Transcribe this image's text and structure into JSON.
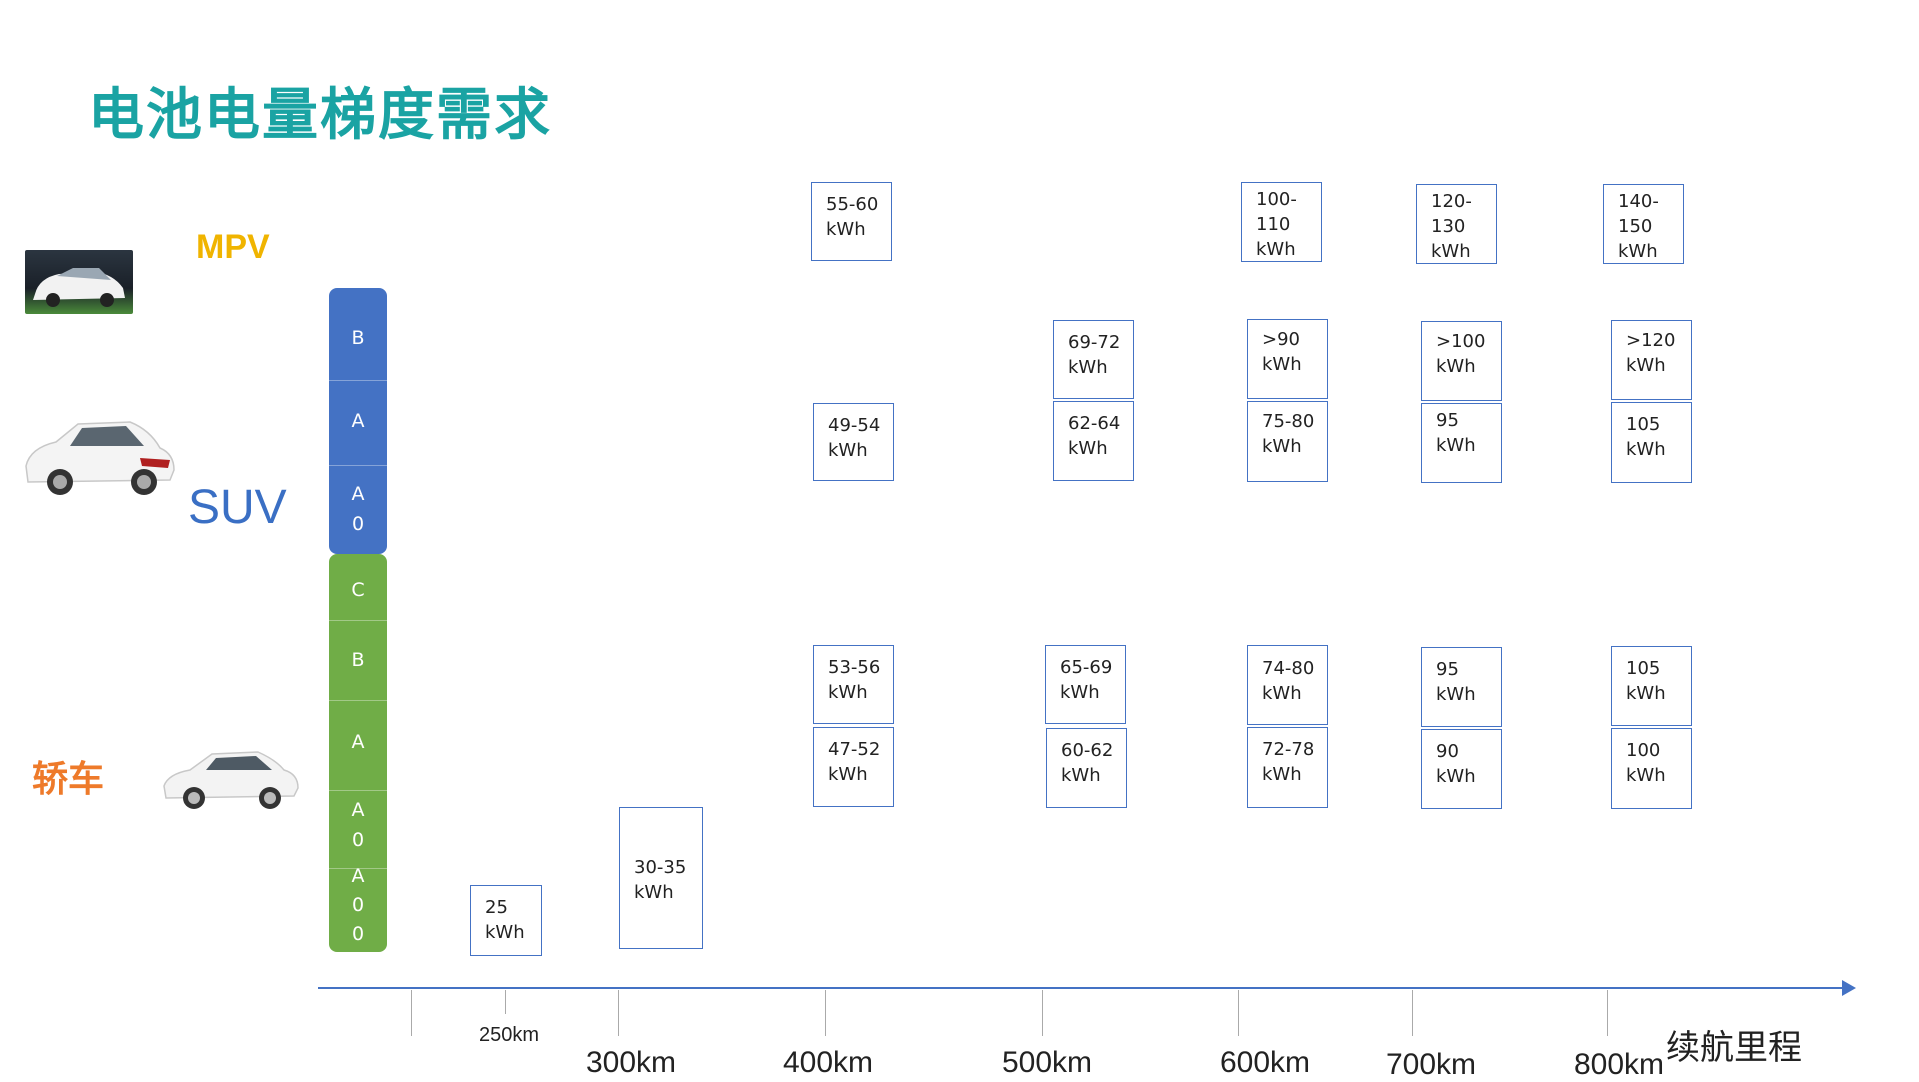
{
  "title": "电池电量梯度需求",
  "categories": {
    "mpv": "MPV",
    "suv": "SUV",
    "sedan": "轿车"
  },
  "icons": {
    "mpv": "car-photo-mpv-icon",
    "suv": "car-photo-suv-icon",
    "sedan": "car-photo-sedan-icon"
  },
  "colors": {
    "title": "#1aa3a3",
    "mpv": "#f0b400",
    "suv": "#4472c4",
    "sedan": "#70ad47",
    "sedan_label": "#ee7a2a",
    "box_border": "#4472c4"
  },
  "segments": {
    "suv": [
      "B",
      "A",
      "A\n0"
    ],
    "sedan": [
      "C",
      "B",
      "A",
      "A\n0",
      "A\n0\n0"
    ]
  },
  "axis": {
    "title": "续航里程",
    "ticks": [
      "250km",
      "300km",
      "400km",
      "500km",
      "600km",
      "700km",
      "800km"
    ]
  },
  "boxes": [
    {
      "id": "250-sedan",
      "lines": [
        "25",
        "kWh"
      ]
    },
    {
      "id": "300-sedan",
      "lines": [
        "30-35",
        "kWh"
      ]
    },
    {
      "id": "400-mpv",
      "lines": [
        "55-60",
        "kWh"
      ]
    },
    {
      "id": "400-suv",
      "lines": [
        "49-54",
        "kWh"
      ]
    },
    {
      "id": "400-sedan-top",
      "lines": [
        "53-56",
        "kWh"
      ]
    },
    {
      "id": "400-sedan-bottom",
      "lines": [
        "47-52",
        "kWh"
      ]
    },
    {
      "id": "500-suv-top",
      "lines": [
        "69-72",
        "kWh"
      ]
    },
    {
      "id": "500-suv-bottom",
      "lines": [
        "62-64",
        "kWh"
      ]
    },
    {
      "id": "500-sedan-top",
      "lines": [
        "65-69",
        "kWh"
      ]
    },
    {
      "id": "500-sedan-bottom",
      "lines": [
        "60-62",
        "kWh"
      ]
    },
    {
      "id": "600-mpv",
      "lines": [
        "100-",
        "110",
        "kWh"
      ]
    },
    {
      "id": "600-suv-top",
      "lines": [
        ">90",
        "kWh"
      ]
    },
    {
      "id": "600-suv-bottom",
      "lines": [
        "75-80",
        "kWh"
      ]
    },
    {
      "id": "600-sedan-top",
      "lines": [
        "74-80",
        "kWh"
      ]
    },
    {
      "id": "600-sedan-bottom",
      "lines": [
        "72-78",
        "kWh"
      ]
    },
    {
      "id": "700-mpv",
      "lines": [
        "120-",
        "130",
        "kWh"
      ]
    },
    {
      "id": "700-suv-top",
      "lines": [
        ">100",
        "kWh"
      ]
    },
    {
      "id": "700-suv-bottom",
      "lines": [
        "95",
        "kWh"
      ]
    },
    {
      "id": "700-sedan-top",
      "lines": [
        "95",
        "kWh"
      ]
    },
    {
      "id": "700-sedan-bottom",
      "lines": [
        "90",
        "kWh"
      ]
    },
    {
      "id": "800-mpv",
      "lines": [
        "140-",
        "150",
        "kWh"
      ]
    },
    {
      "id": "800-suv-top",
      "lines": [
        ">120",
        "kWh"
      ]
    },
    {
      "id": "800-suv-bottom",
      "lines": [
        "105",
        "kWh"
      ]
    },
    {
      "id": "800-sedan-top",
      "lines": [
        "105",
        "kWh"
      ]
    },
    {
      "id": "800-sedan-bottom",
      "lines": [
        "100",
        "kWh"
      ]
    }
  ]
}
